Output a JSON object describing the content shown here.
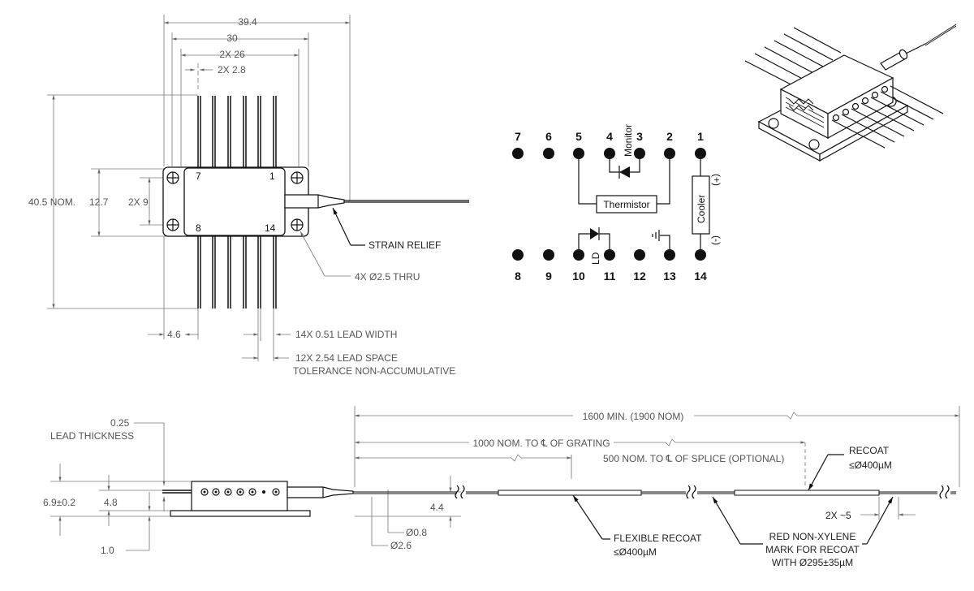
{
  "top_view": {
    "dim_overall": "39.4",
    "dim_body": "30",
    "dim_leads_span": "2X 26",
    "dim_edge": "2X 2.8",
    "dim_height": "40.5 NOM.",
    "dim_hole_span": "12.7",
    "dim_hole_pitch": "2X 9",
    "dim_lead_offset": "4.6",
    "pin_top_left": "7",
    "pin_top_right": "1",
    "pin_bottom_left": "8",
    "pin_bottom_right": "14",
    "strain_relief": "STRAIN RELIEF",
    "thru_holes": "4X Ø2.5 THRU",
    "lead_width": "14X 0.51 LEAD WIDTH",
    "lead_space": "12X 2.54 LEAD SPACE",
    "lead_tolerance": "TOLERANCE NON-ACCUMULATIVE"
  },
  "pinout": {
    "top_pins": [
      "7",
      "6",
      "5",
      "4",
      "3",
      "2",
      "1"
    ],
    "bottom_pins": [
      "8",
      "9",
      "10",
      "11",
      "12",
      "13",
      "14"
    ],
    "monitor": "Monitor",
    "thermistor": "Thermistor",
    "cooler": "Cooler",
    "cooler_plus": "(+)",
    "cooler_minus": "(-)",
    "ld": "LD"
  },
  "side_view": {
    "lead_thickness_value": "0.25",
    "lead_thickness_label": "LEAD THICKNESS",
    "dim_height_total": "6.9±0.2",
    "dim_height_body": "4.8",
    "dim_flange": "1.0",
    "dim_fiber_height": "4.4",
    "dim_fiber_dia": "Ø0.8",
    "dim_boot_dia": "Ø2.6",
    "fiber_length": "1600 MIN. (1900 NOM)",
    "grating_distance": "1000 NOM. TO ℄ OF GRATING",
    "splice_distance": "500 NOM. TO ℄ OF SPLICE (OPTIONAL)",
    "recoat_label": "RECOAT",
    "recoat_dia": "≤Ø400µM",
    "flex_recoat_label": "FLEXIBLE RECOAT",
    "flex_recoat_dia": "≤Ø400µM",
    "mark_spacing": "2X ~5",
    "red_mark_line1": "RED NON-XYLENE",
    "red_mark_line2": "MARK FOR RECOAT",
    "red_mark_line3": "WITH Ø295±35µM"
  }
}
